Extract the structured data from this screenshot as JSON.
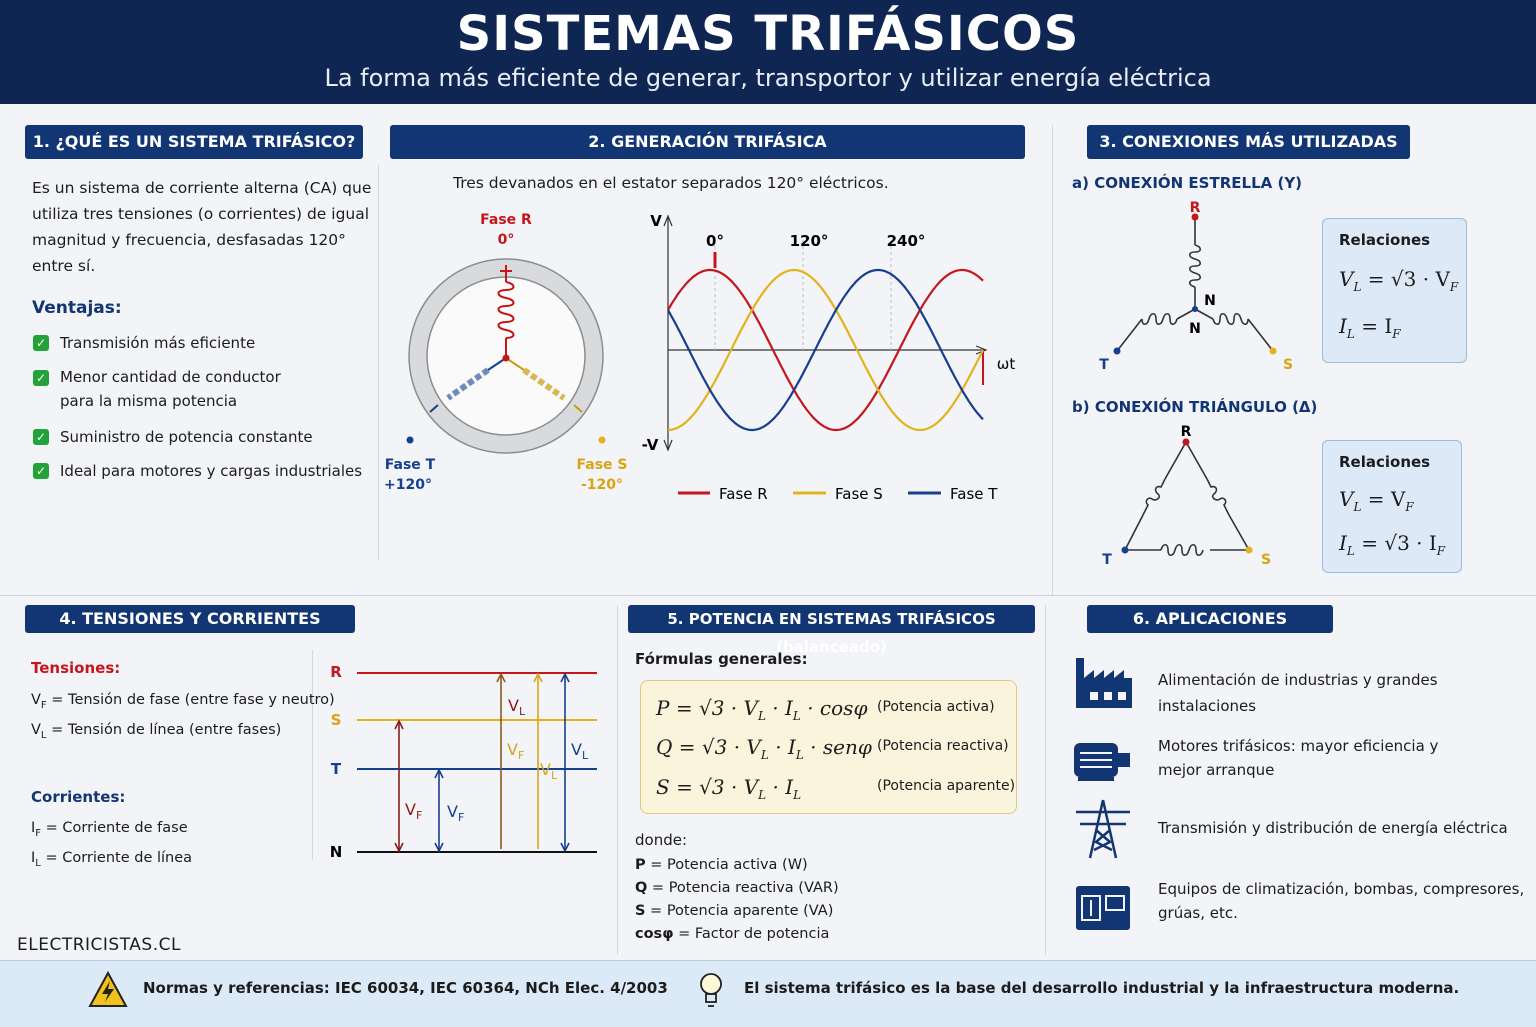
{
  "header": {
    "title": "SISTEMAS TRIFÁSICOS",
    "subtitle": "La forma más eficiente de generar, transportor y utilizar energía eléctrica"
  },
  "section1": {
    "title": "1. ¿QUÉ ES UN SISTEMA TRIFÁSICO?",
    "description_lines": [
      "Es un sistema de corriente alterna (CA) que",
      "utiliza tres tensiones (o corrientes) de igual",
      "magnitud y frecuencia, desfasadas 120°",
      "entre sí."
    ],
    "advantages_title": "Ventajas:",
    "advantages": [
      [
        "Transmisión más eficiente"
      ],
      [
        "Menor cantidad de conductor",
        "para la misma potencia"
      ],
      [
        "Suministro de potencia constante"
      ],
      [
        "Ideal para motores y cargas industriales"
      ]
    ]
  },
  "section2": {
    "title": "2. GENERACIÓN TRIFÁSICA",
    "caption": "Tres devanados en el estator separados 120° eléctricos.",
    "phase_r_label": "Fase R",
    "phase_r_angle": "0°",
    "phase_t_label": "Fase T",
    "phase_t_angle": "+120°",
    "phase_s_label": "Fase S",
    "phase_s_angle": "-120°",
    "chart": {
      "y_top": "V",
      "y_bottom": "-V",
      "x_label": "ωt",
      "angle_markers": [
        "0°",
        "120°",
        "240°"
      ],
      "legend": [
        "Fase R",
        "Fase S",
        "Fase T"
      ]
    }
  },
  "section3": {
    "title": "3. CONEXIONES MÁS UTILIZADAS",
    "star_title": "a) CONEXIÓN ESTRELLA (Y)",
    "delta_title": "b) CONEXIÓN TRIÁNGULO (Δ)",
    "label_r": "R",
    "label_s": "S",
    "label_t": "T",
    "label_n": "N",
    "relations_title": "Relaciones",
    "star_rel_1": "V",
    "star_rel_1_sub": "L",
    "star_rel_1_eq": "= √3 · V",
    "star_rel_1_sub2": "F",
    "star_rel_2": "I",
    "star_rel_2_sub": "L",
    "star_rel_2_eq": "= I",
    "star_rel_2_sub2": "F",
    "delta_rel_1": "V",
    "delta_rel_1_sub": "L",
    "delta_rel_1_eq": "= V",
    "delta_rel_1_sub2": "F",
    "delta_rel_2": "I",
    "delta_rel_2_sub": "L",
    "delta_rel_2_eq": "= √3 · I",
    "delta_rel_2_sub2": "F"
  },
  "section4": {
    "title": "4. TENSIONES Y CORRIENTES",
    "tensiones_title": "Tensiones:",
    "vf_def": " = Tensión de fase (entre fase y neutro)",
    "vl_def": " = Tensión de línea (entre fases)",
    "corrientes_title": "Corrientes:",
    "if_def": " = Corriente de fase",
    "il_def": " = Corriente de línea",
    "v": "V",
    "i": "I",
    "f": "F",
    "l": "L",
    "lines": [
      "R",
      "S",
      "T",
      "N"
    ],
    "brand": "ELECTRICISTAS.CL"
  },
  "section5": {
    "title": "5. POTENCIA EN SISTEMAS TRIFÁSICOS (balanceado)",
    "formulas_title": "Fórmulas generales:",
    "formulas": [
      {
        "lhs": "P",
        "rhs": "= √3 · V",
        "mid": " · I",
        "tail": " · cosφ",
        "note": "(Potencia activa)"
      },
      {
        "lhs": "Q",
        "rhs": "= √3 · V",
        "mid": " · I",
        "tail": " · senφ",
        "note": "(Potencia reactiva)"
      },
      {
        "lhs": "S",
        "rhs": "= √3 · V",
        "mid": " · I",
        "tail": "",
        "note": "(Potencia aparente)"
      }
    ],
    "donde": "donde:",
    "defs": [
      {
        "sym": "P",
        "text": " = Potencia activa (W)"
      },
      {
        "sym": "Q",
        "text": " = Potencia reactiva (VAR)"
      },
      {
        "sym": "S",
        "text": " = Potencia aparente (VA)"
      },
      {
        "sym": "cosφ",
        "text": " = Factor de potencia"
      }
    ]
  },
  "section6": {
    "title": "6. APLICACIONES",
    "items": [
      [
        "Alimentación de industrias y grandes instalaciones"
      ],
      [
        "Motores trifásicos: mayor eficiencia y",
        "mejor arranque"
      ],
      [
        "Transmisión y distribución de energía eléctrica"
      ],
      [
        "Equipos de climatización, bombas, compresores,",
        "grúas, etc."
      ]
    ]
  },
  "footer": {
    "norms": "Normas y referencias: IEC 60034, IEC 60364, NCh Elec. 4/2003",
    "closing": "El sistema trifásico es la base del desarrollo industrial y la infraestructura moderna."
  },
  "colors": {
    "navy": "#123573",
    "phase_r": "#c4161c",
    "phase_s": "#e3b21c",
    "phase_t": "#163f8f"
  }
}
